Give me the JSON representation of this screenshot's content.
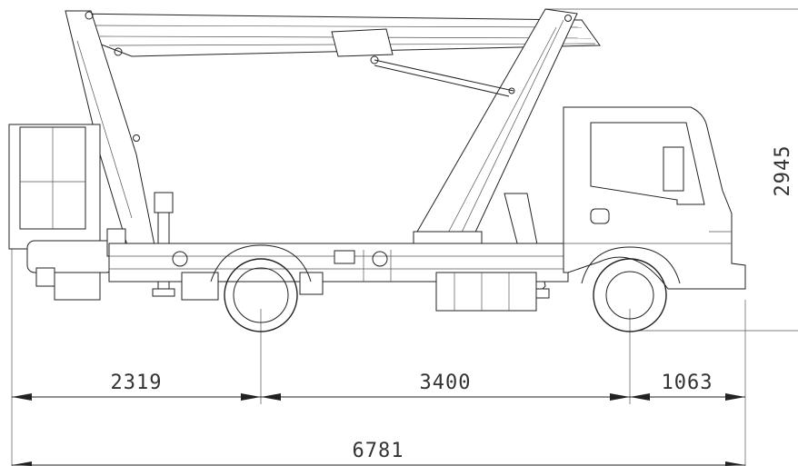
{
  "dimensions": {
    "rear_overhang": "2319",
    "wheelbase": "3400",
    "front_overhang": "1063",
    "overall_length": "6781",
    "height": "2945"
  }
}
